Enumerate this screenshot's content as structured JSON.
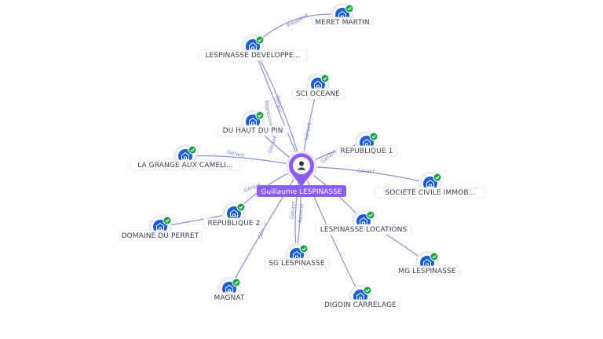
{
  "center": {
    "label": "Guillaume LESPINASSE",
    "icon": "person-icon",
    "color": "#8b5cf6"
  },
  "colors": {
    "company_badge": "#1a5fd6",
    "check_badge": "#1aa046",
    "edge": "#8a8fd6"
  },
  "nodes": [
    {
      "id": "meret",
      "label": "MERET MARTIN",
      "icon": "company-icon"
    },
    {
      "id": "lespdev",
      "label": "LESPINASSE DEVELOPPE...",
      "icon": "company-icon"
    },
    {
      "id": "scioceane",
      "label": "SCI OCEANE",
      "icon": "company-icon"
    },
    {
      "id": "duhautdupin",
      "label": "DU HAUT DU PIN",
      "icon": "company-icon"
    },
    {
      "id": "rep1",
      "label": "REPUBLIQUE 1",
      "icon": "company-icon"
    },
    {
      "id": "lagrange",
      "label": "LA GRANGE AUX CAMELI...",
      "icon": "company-icon"
    },
    {
      "id": "societe",
      "label": "SOCIÉTÉ CIVILE IMMOB...",
      "icon": "company-icon"
    },
    {
      "id": "rep2",
      "label": "REPUBLIQUE 2",
      "icon": "company-icon"
    },
    {
      "id": "domaine",
      "label": "DOMAINE DU PERRET",
      "icon": "company-icon"
    },
    {
      "id": "lesploc",
      "label": "LESPINASSE LOCATIONS",
      "icon": "company-icon"
    },
    {
      "id": "sglesp",
      "label": "SG LESPINASSE",
      "icon": "company-icon"
    },
    {
      "id": "mglesp",
      "label": "MG LESPINASSE",
      "icon": "company-icon"
    },
    {
      "id": "magnat",
      "label": "MAGNAT",
      "icon": "company-icon"
    },
    {
      "id": "digoin",
      "label": "DIGOIN CARRELAGE",
      "icon": "company-icon"
    }
  ],
  "edges": [
    {
      "from": "lespdev",
      "to": "meret",
      "label": "Président"
    },
    {
      "from": "center",
      "to": "lespdev",
      "label": "Représentant"
    },
    {
      "from": "center",
      "to": "lespdev",
      "label": "Gérant"
    },
    {
      "from": "center",
      "to": "scioceane",
      "label": "Gérant"
    },
    {
      "from": "center",
      "to": "duhautdupin",
      "label": "Gérant"
    },
    {
      "from": "center",
      "to": "rep1",
      "label": "Gérant"
    },
    {
      "from": "center",
      "to": "lagrange",
      "label": "Gérant"
    },
    {
      "from": "center",
      "to": "societe",
      "label": "Gérant"
    },
    {
      "from": "center",
      "to": "rep2",
      "label": "Gérant"
    },
    {
      "from": "rep2",
      "to": "domaine",
      "label": ""
    },
    {
      "from": "center",
      "to": "lesploc",
      "label": ""
    },
    {
      "from": "center",
      "to": "sglesp",
      "label": "Gérant"
    },
    {
      "from": "center",
      "to": "sglesp",
      "label": "Associé"
    },
    {
      "from": "lesploc",
      "to": "mglesp",
      "label": ""
    },
    {
      "from": "center",
      "to": "magnat",
      "label": "Gérant"
    },
    {
      "from": "center",
      "to": "digoin",
      "label": ""
    }
  ]
}
